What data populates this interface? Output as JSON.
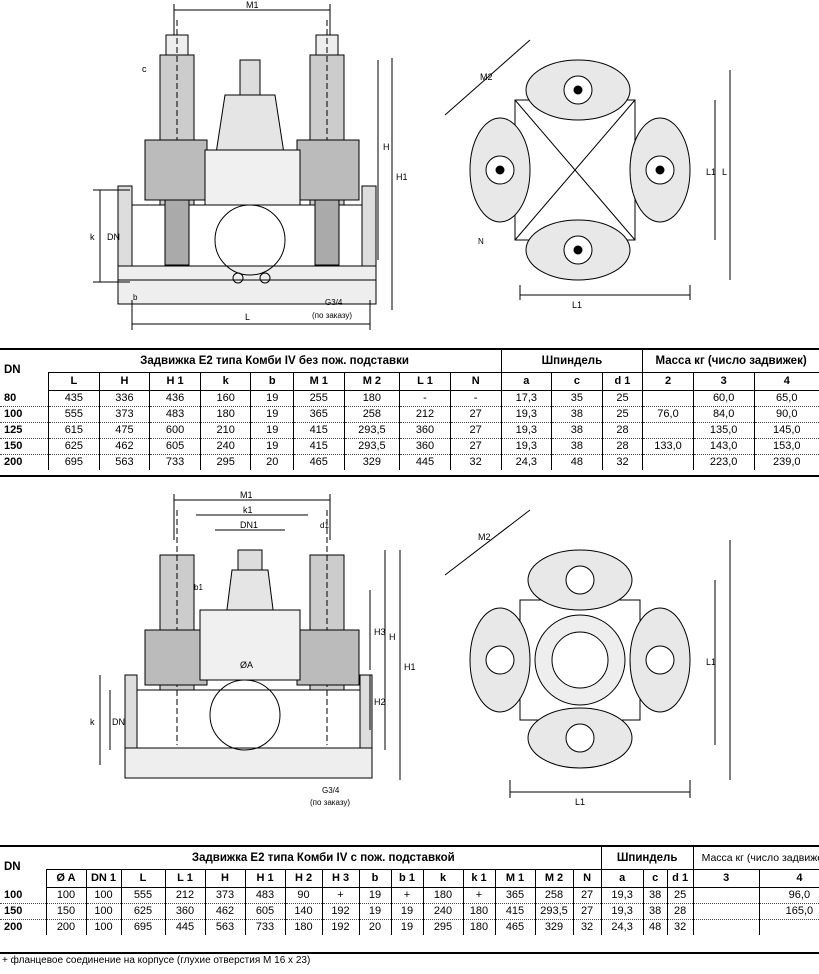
{
  "drawing1": {
    "dims": {
      "M1": "M1",
      "M2": "M2",
      "H": "H",
      "H1": "H1",
      "C": "c",
      "DN": "DN",
      "k": "k",
      "b": "b",
      "N": "N",
      "L": "L",
      "L1": "L1",
      "G": "G3/4",
      "note": "(по заказу)"
    }
  },
  "table1": {
    "title": "Задвижка E2 типа Комби IV без пож. подставки",
    "spindle": "Шпиндель",
    "mass": "Масса  кг (число задвижек)",
    "dn_label": "DN",
    "columns": [
      "L",
      "H",
      "H 1",
      "k",
      "b",
      "M 1",
      "M 2",
      "L 1",
      "N",
      "a",
      "c",
      "d 1",
      "2",
      "3",
      "4"
    ],
    "rows": [
      {
        "dn": "80",
        "cells": [
          "435",
          "336",
          "436",
          "160",
          "19",
          "255",
          "180",
          "-",
          "-",
          "17,3",
          "35",
          "25",
          "",
          "60,0",
          "65,0"
        ]
      },
      {
        "dn": "100",
        "cells": [
          "555",
          "373",
          "483",
          "180",
          "19",
          "365",
          "258",
          "212",
          "27",
          "19,3",
          "38",
          "25",
          "76,0",
          "84,0",
          "90,0"
        ]
      },
      {
        "dn": "125",
        "cells": [
          "615",
          "475",
          "600",
          "210",
          "19",
          "415",
          "293,5",
          "360",
          "27",
          "19,3",
          "38",
          "28",
          "",
          "135,0",
          "145,0"
        ]
      },
      {
        "dn": "150",
        "cells": [
          "625",
          "462",
          "605",
          "240",
          "19",
          "415",
          "293,5",
          "360",
          "27",
          "19,3",
          "38",
          "28",
          "133,0",
          "143,0",
          "153,0"
        ]
      },
      {
        "dn": "200",
        "cells": [
          "695",
          "563",
          "733",
          "295",
          "20",
          "465",
          "329",
          "445",
          "32",
          "24,3",
          "48",
          "32",
          "",
          "223,0",
          "239,0"
        ]
      }
    ]
  },
  "drawing2": {
    "dims": {
      "M1": "M1",
      "M2": "M2",
      "k1": "k1",
      "DN1": "DN1",
      "d1": "d1",
      "b1": "b1",
      "OA": "ØA",
      "H": "H",
      "H1": "H1",
      "H2": "H2",
      "H3": "H3",
      "DN": "DN",
      "k": "k",
      "L1": "L1",
      "G": "G3/4",
      "note": "(по заказу)"
    }
  },
  "table2": {
    "title": "Задвижка E2 типа Комби IV с пож. подставкой",
    "spindle": "Шпиндель",
    "mass": "Масса  кг (число задвижек)",
    "dn_label": "DN",
    "columns": [
      "Ø A",
      "DN 1",
      "L",
      "L 1",
      "H",
      "H 1",
      "H 2",
      "H 3",
      "b",
      "b 1",
      "k",
      "k 1",
      "M 1",
      "M 2",
      "N",
      "a",
      "c",
      "d 1",
      "3",
      "4"
    ],
    "rows": [
      {
        "dn": "100",
        "cells": [
          "100",
          "100",
          "555",
          "212",
          "373",
          "483",
          "90",
          "+",
          "19",
          "+",
          "180",
          "+",
          "365",
          "258",
          "27",
          "19,3",
          "38",
          "25",
          "",
          "96,0"
        ]
      },
      {
        "dn": "150",
        "cells": [
          "150",
          "100",
          "625",
          "360",
          "462",
          "605",
          "140",
          "192",
          "19",
          "19",
          "240",
          "180",
          "415",
          "293,5",
          "27",
          "19,3",
          "38",
          "28",
          "",
          "165,0"
        ]
      },
      {
        "dn": "200",
        "cells": [
          "200",
          "100",
          "695",
          "445",
          "563",
          "733",
          "180",
          "192",
          "20",
          "19",
          "295",
          "180",
          "465",
          "329",
          "32",
          "24,3",
          "48",
          "32",
          "",
          ""
        ]
      }
    ]
  },
  "footnote": "+ фланцевое соединение на корпусе (глухие отверстия М 16 х 23)"
}
